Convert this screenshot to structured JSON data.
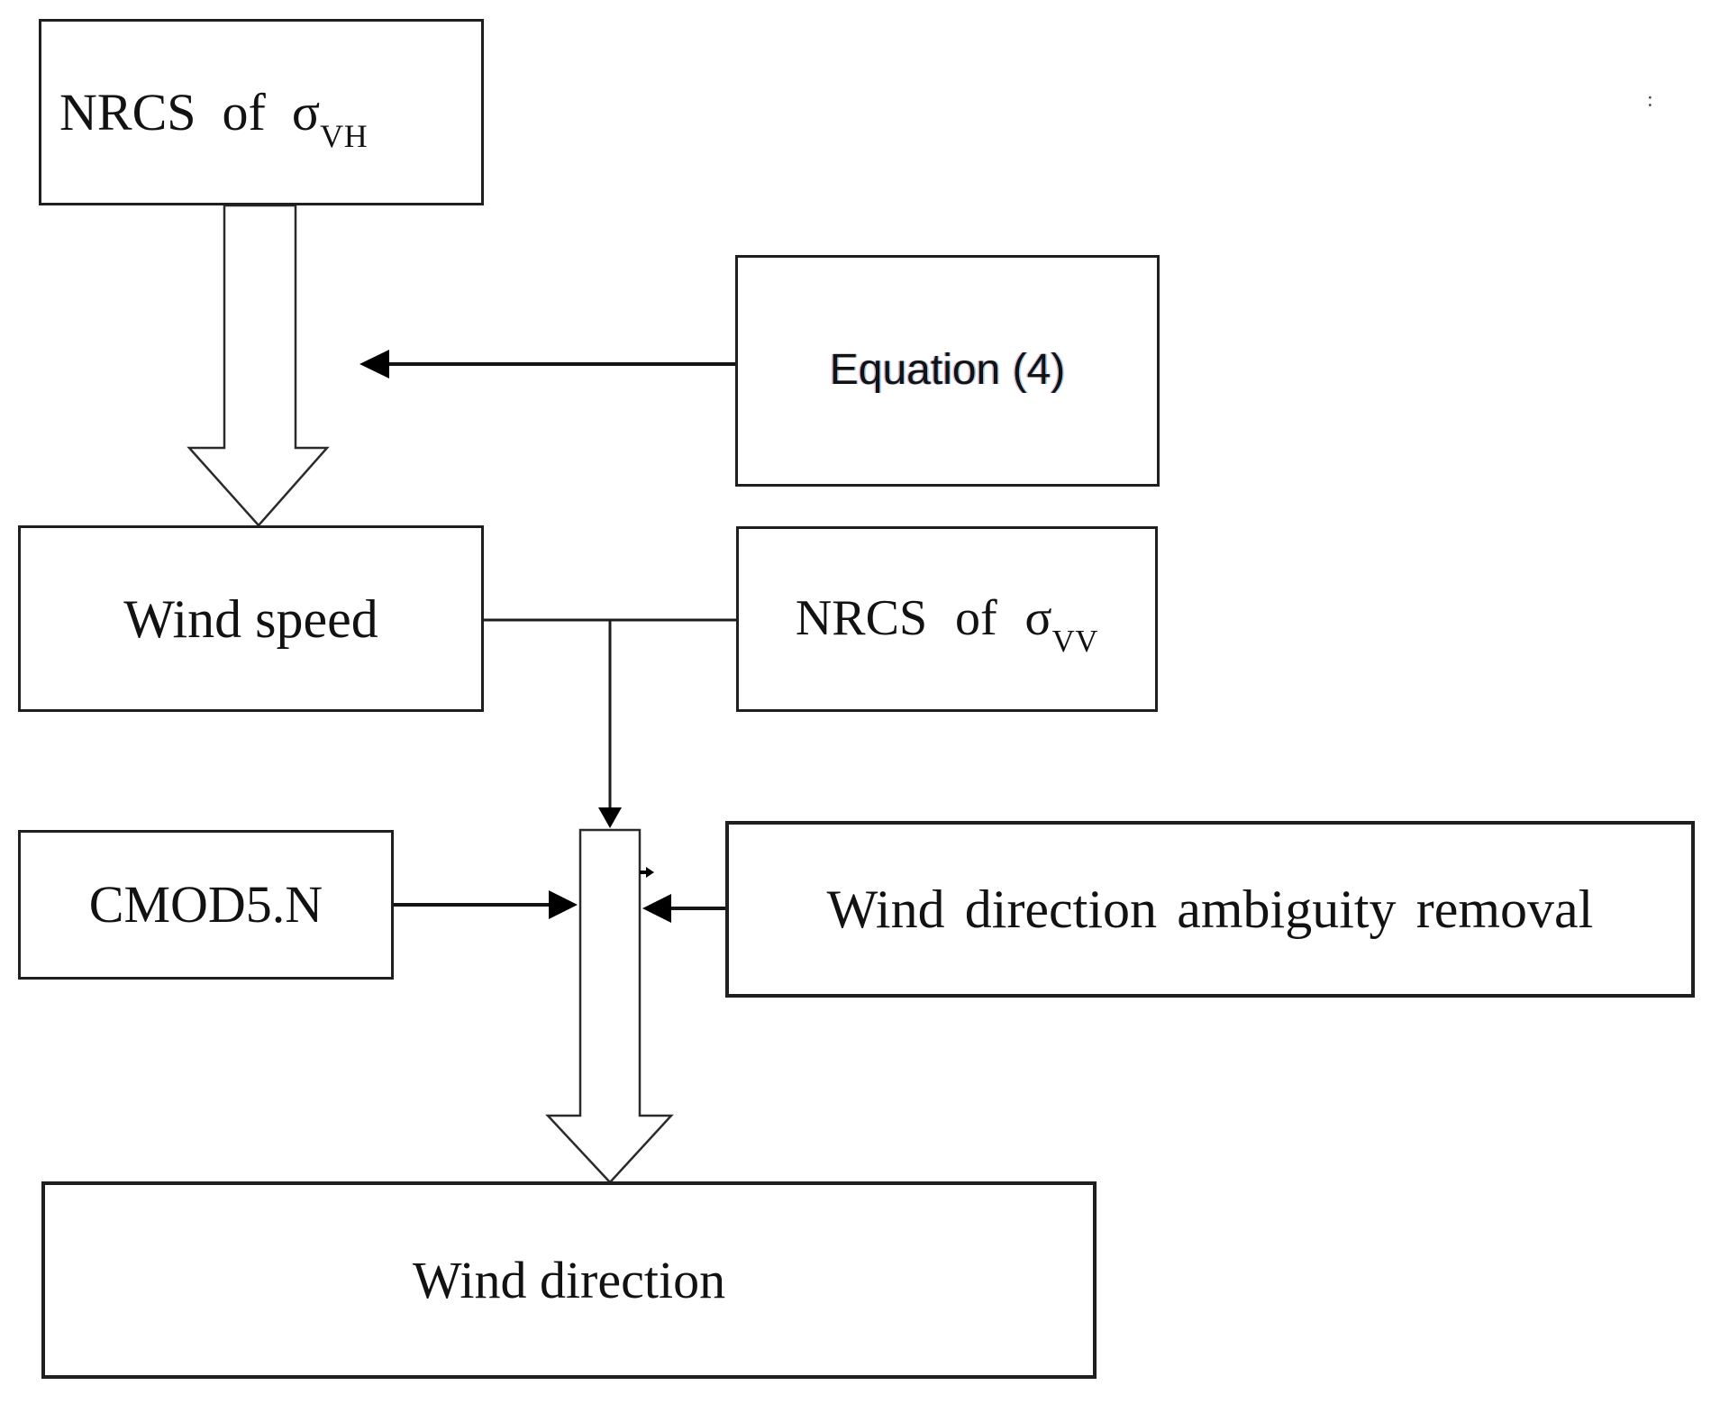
{
  "figure": {
    "type": "flowchart",
    "background_color": "#ffffff",
    "box_fill_color": "#ffffff",
    "box_border_color": "#1f1f1f",
    "connector_color": "#1c1c1c",
    "arrowhead_color": "#000000"
  },
  "boxes": {
    "nrcs_vh": {
      "label": "NRCS of σ",
      "subscript": "VH"
    },
    "equation4": {
      "label": "Equation (4)"
    },
    "wind_speed": {
      "label": "Wind speed"
    },
    "nrcs_vv": {
      "label": "NRCS of σ",
      "subscript": "VV"
    },
    "cmod5n": {
      "label": "CMOD5.N"
    },
    "ambiguity_removal": {
      "label": "Wind direction ambiguity removal"
    },
    "wind_direction": {
      "label": "Wind direction"
    }
  },
  "annotations": {
    "stray_colon_mark": ":"
  }
}
